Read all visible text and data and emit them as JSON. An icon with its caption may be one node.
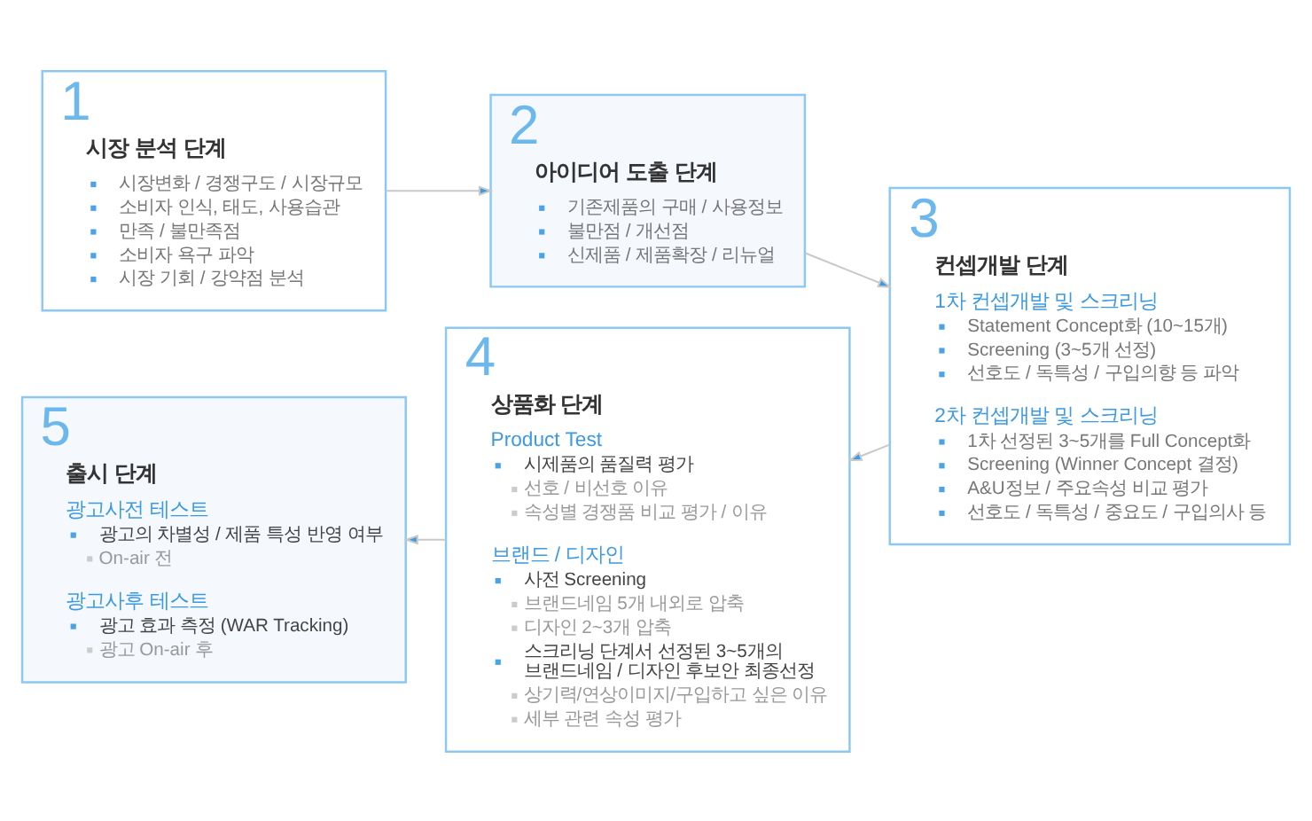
{
  "diagram": {
    "nodes": [
      {
        "text": [
          "1",
          "시장 분석 단계",
          "시장변화 / 경쟁구도 / 시장규모",
          "소비자 인식, 태도, 사용습관",
          "만족 / 불만족점",
          "소비자 욕구 파악",
          "시장 기회 / 강약점 분석"
        ]
      },
      {
        "text": [
          "2",
          "아이디어 도출 단계",
          "기존제품의 구매 / 사용정보",
          "불만점 / 개선점",
          "신제품 / 제품확장 / 리뉴얼"
        ]
      },
      {
        "text": [
          "3",
          "컨셉개발 단계",
          "1차 컨셉개발 및 스크리닝",
          "Statement Concept화 (10~15개)",
          "Screening (3~5개 선정)",
          "선호도 / 독특성 / 구입의향 등 파악",
          "2차 컨셉개발 및 스크리닝",
          "1차 선정된 3~5개를 Full Concept화",
          "Screening (Winner Concept 결정)",
          "A&U정보 / 주요속성 비교 평가",
          "선호도 / 독특성 / 중요도 / 구입의사 등"
        ]
      },
      {
        "text": [
          "4",
          "상품화 단계",
          "Product Test",
          "시제품의 품질력 평가",
          "선호 / 비선호 이유",
          "속성별 경쟁품 비교 평가 / 이유",
          "브랜드 / 디자인",
          "사전 Screening",
          "브랜드네임 5개 내외로 압축",
          "디자인 2~3개 압축",
          "스크리닝 단계서 선정된 3~5개의 브랜드네임 / 디자인 후보안 최종선정",
          "상기력/연상이미지/구입하고 싶은 이유",
          "세부 관련 속성 평가"
        ]
      },
      {
        "text": [
          "5",
          "출시 단계",
          "광고사전 테스트",
          "광고의 차별성 / 제품 특성 반영 여부",
          "On-air 전",
          "광고사후 테스트",
          "광고 효과 측정 (WAR Tracking)",
          "광고 On-air 후"
        ]
      }
    ],
    "edges": [
      {
        "from": 0,
        "to": 1,
        "arrow": "to"
      },
      {
        "from": 1,
        "to": 2,
        "arrow": "to"
      },
      {
        "from": 2,
        "to": 3,
        "arrow": "to"
      },
      {
        "from": 3,
        "to": 4,
        "arrow": "to"
      }
    ]
  }
}
